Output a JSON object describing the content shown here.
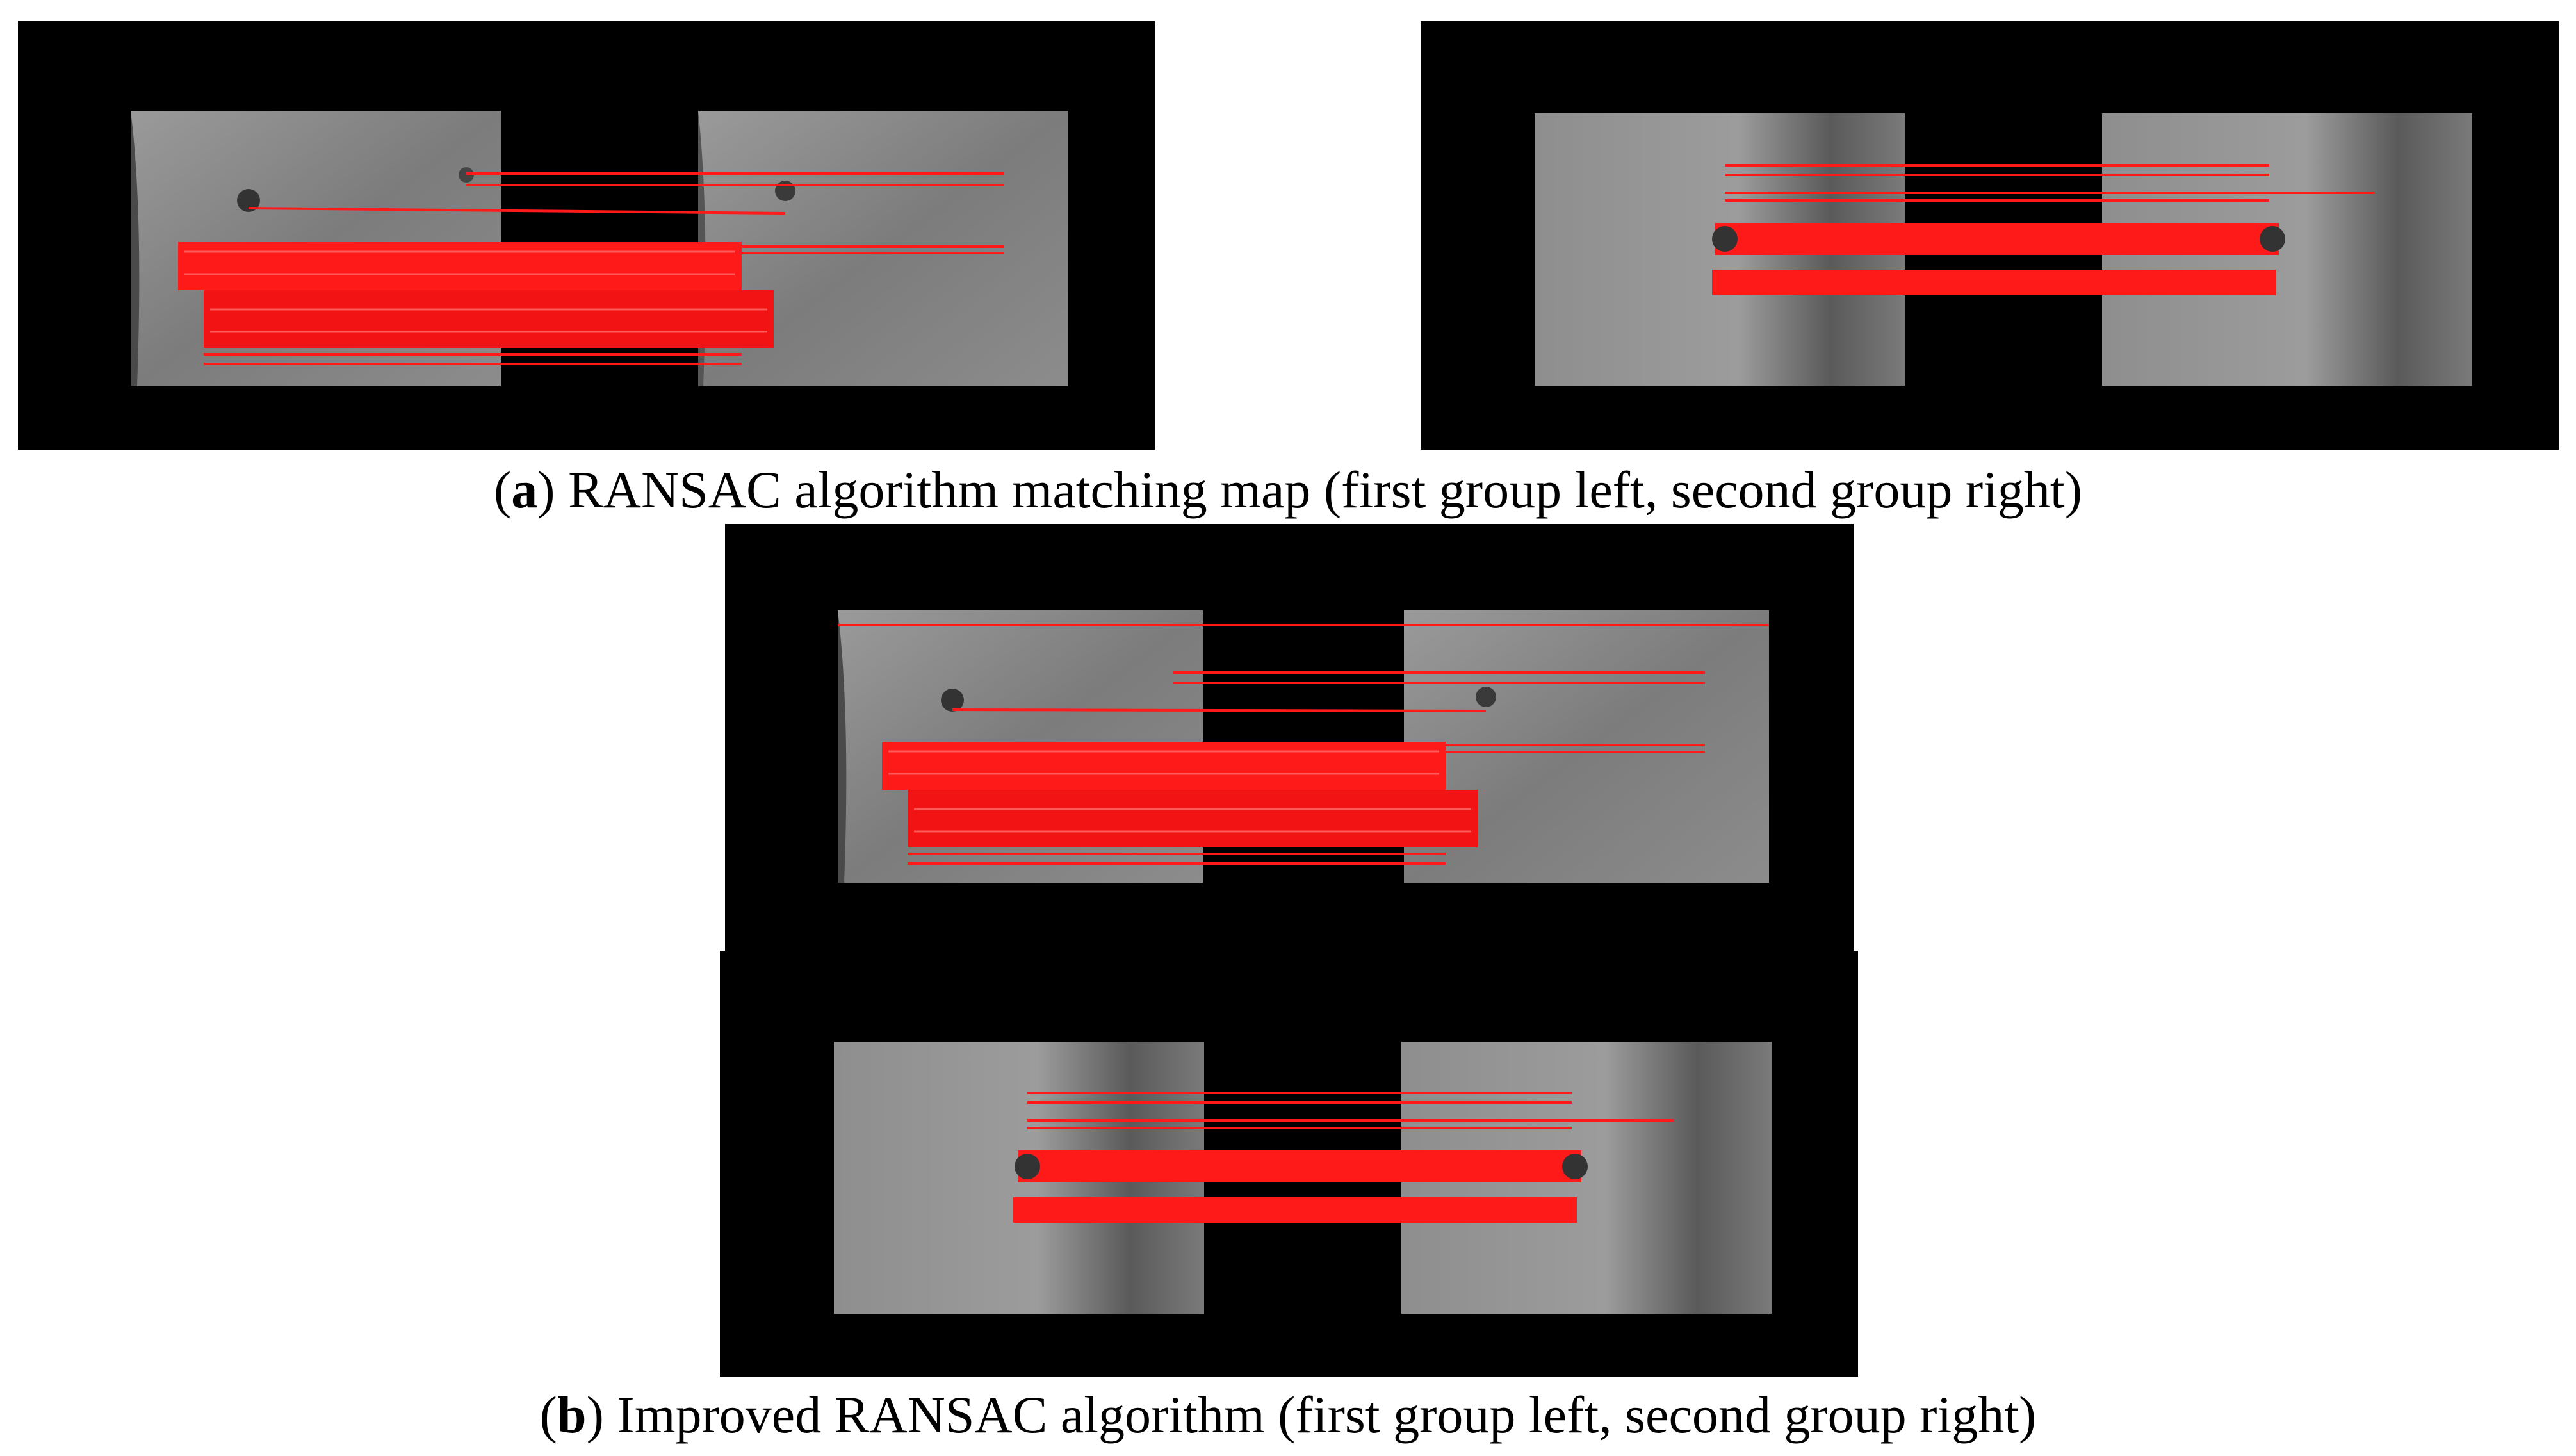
{
  "figure": {
    "caption_a": {
      "letter": "a",
      "text": "RANSAC algorithm matching map (first group left, second group right)"
    },
    "caption_b": {
      "letter": "b",
      "text": "Improved RANSAC algorithm (first group left, second group right)"
    }
  },
  "colors": {
    "background": "#000000",
    "match_line": "#ff1a1a",
    "tissue": "#8a8a8a"
  }
}
